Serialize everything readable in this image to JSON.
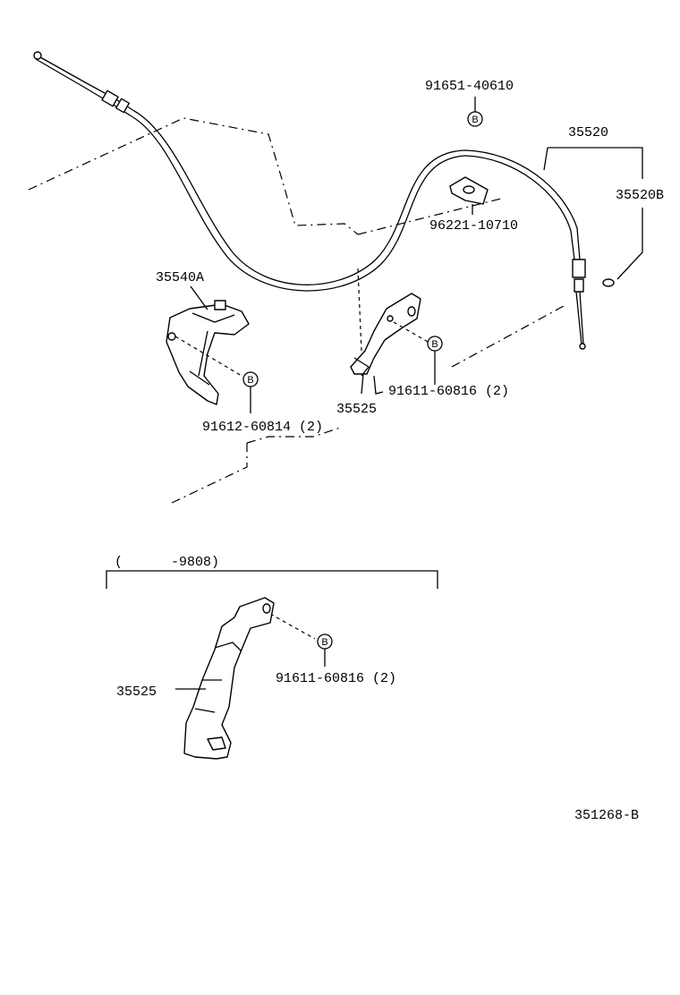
{
  "parts": {
    "bolt_b_top": "91651-40610",
    "clamp": "96221-10710",
    "cable_assy": "35520",
    "cable_sub": "35520B",
    "bracket_upper": "35540A",
    "bolt_upper_bracket": "91612-60814 (2)",
    "bolt_mid_bracket": "91611-60816 (2)",
    "bracket_mid": "35525",
    "bracket_lower": "35525",
    "bolt_lower_bracket": "91611-60816 (2)"
  },
  "bolt_marker": "B",
  "range_label": "(      -9808)",
  "diagram_code": "351268-B"
}
